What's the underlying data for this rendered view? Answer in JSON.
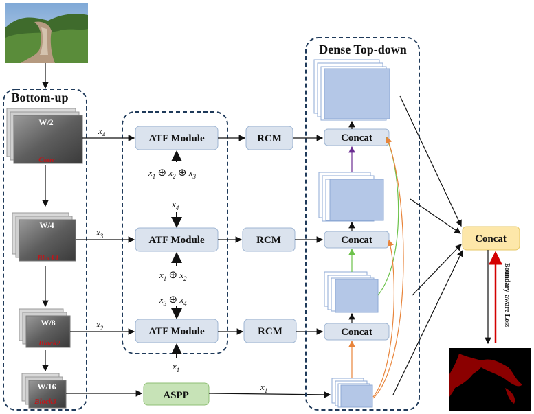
{
  "sections": {
    "bottom_up": "Bottom-up",
    "dense_top_down": "Dense Top-down"
  },
  "encoder_stages": [
    {
      "scale": "W/2",
      "name": "Conv"
    },
    {
      "scale": "W/4",
      "name": "Block1"
    },
    {
      "scale": "W/8",
      "name": "Block2"
    },
    {
      "scale": "W/16",
      "name": "Block3"
    }
  ],
  "modules": {
    "atf": "ATF Module",
    "rcm": "RCM",
    "concat": "Concat",
    "aspp": "ASPP",
    "final_concat": "Concat"
  },
  "features": {
    "x1": "x",
    "x2": "x",
    "x3": "x",
    "x4": "x",
    "sub1": "1",
    "sub2": "2",
    "sub3": "3",
    "sub4": "4",
    "oplus": "⊕"
  },
  "loss_label": "Boundary-aware Loss",
  "colors": {
    "module_fill": "#dbe3ee",
    "aspp_fill": "#c7e3b7",
    "final_concat_fill": "#fde7a9",
    "feature_map_fill": "#b4c7e7",
    "dashed_border": "#1f3a5a",
    "boundary_arrow": "#d40000",
    "mask_red": "#8b0000"
  }
}
